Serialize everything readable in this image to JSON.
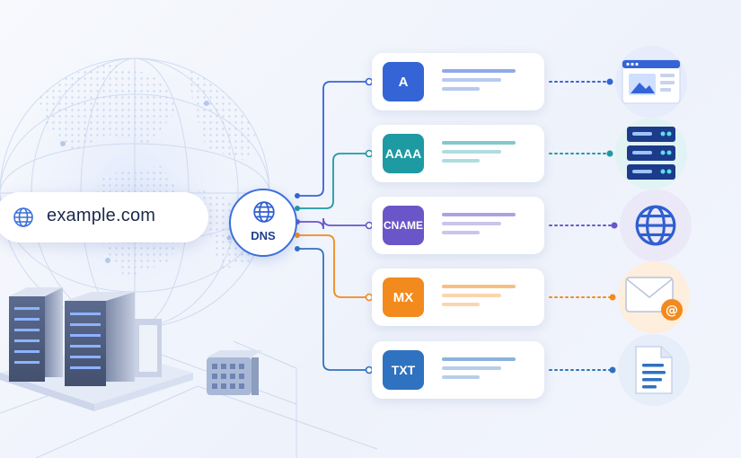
{
  "domain": {
    "name": "example.com",
    "icon": "globe-icon"
  },
  "resolver": {
    "label": "DNS",
    "icon": "globe-icon",
    "color": "#3b6fd9"
  },
  "records": [
    {
      "type": "A",
      "color": "#3564d6",
      "target_icon": "browser-window-icon",
      "target_bg": "#e6ecfb"
    },
    {
      "type": "AAAA",
      "color": "#1e9aa3",
      "target_icon": "server-stack-icon",
      "target_bg": "#e2f3f4"
    },
    {
      "type": "CNAME",
      "color": "#6a56c8",
      "target_icon": "globe-icon",
      "target_bg": "#ebe8f8"
    },
    {
      "type": "MX",
      "color": "#f28a1e",
      "target_icon": "envelope-at-icon",
      "target_bg": "#fdeedd"
    },
    {
      "type": "TXT",
      "color": "#2f72bf",
      "target_icon": "document-icon",
      "target_bg": "#e5eef9"
    }
  ]
}
